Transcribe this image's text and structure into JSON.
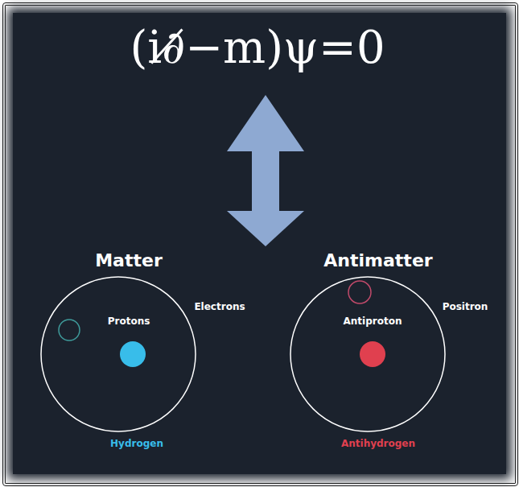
{
  "diagram": {
    "title": "(i∂̸−m)ψ=0",
    "labels": [
      "Matter",
      "Antimatter",
      "Protons",
      "Electrons",
      "Antiproton",
      "Positron",
      "Hydrogen",
      "Antihydrogen"
    ]
  }
}
